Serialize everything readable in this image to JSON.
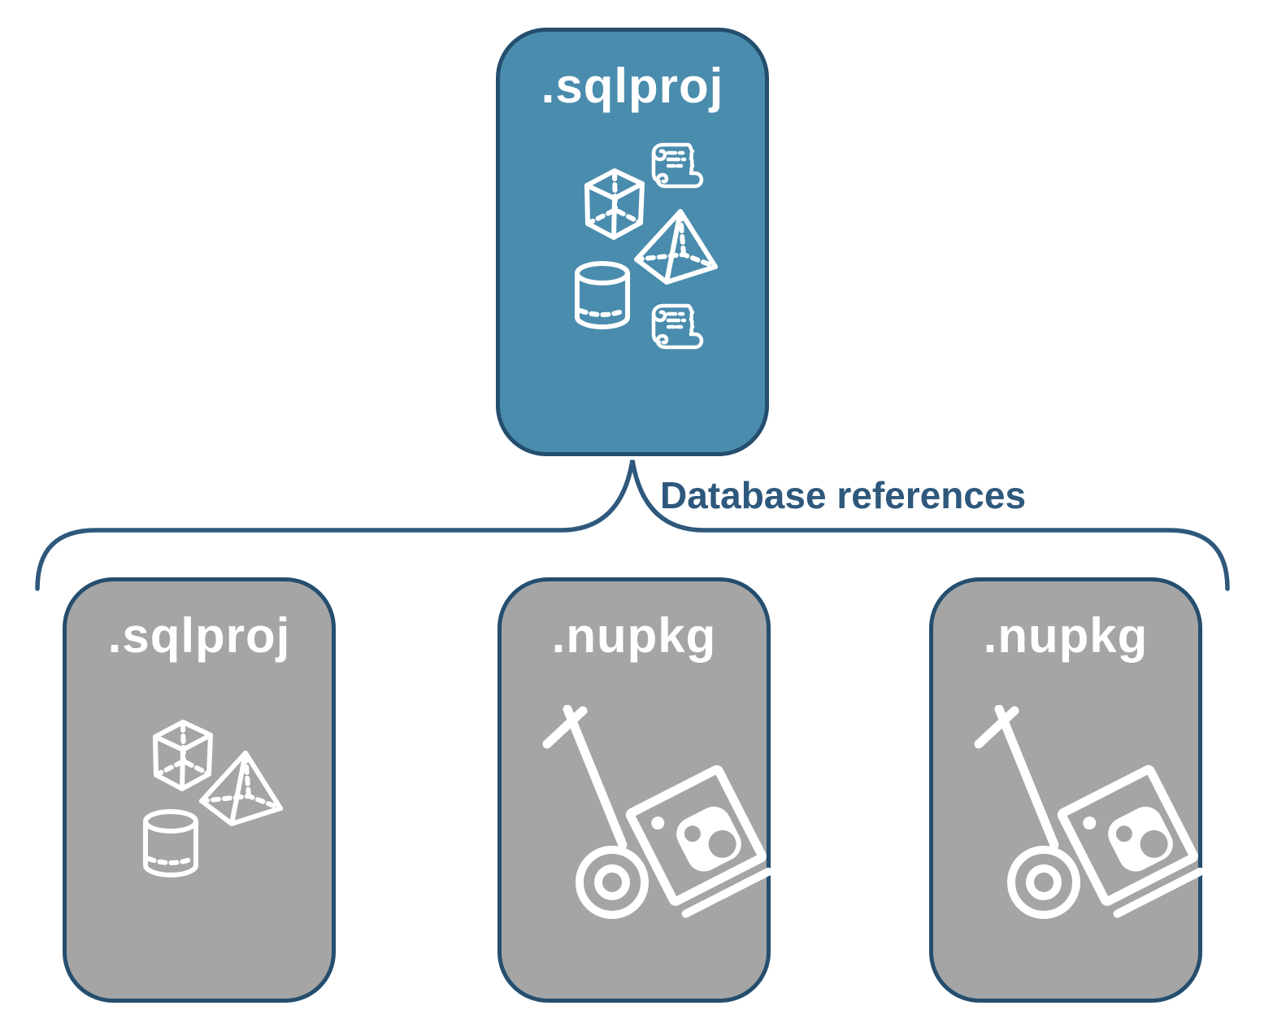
{
  "diagram": {
    "label": "Database references",
    "colors": {
      "accent_fill": "#4A8CAD",
      "card_border": "#254E6E",
      "gray_fill": "#A5A5A5",
      "label_text": "#2E587C",
      "icon_color": "#FFFFFF"
    },
    "cards": [
      {
        "id": "sqlproj-main",
        "title": ".sqlproj",
        "variant": "blue",
        "icons": [
          "scroll-icon",
          "cube-icon",
          "pyramid-icon",
          "cylinder-icon",
          "scroll-icon"
        ]
      },
      {
        "id": "sqlproj-ref",
        "title": ".sqlproj",
        "variant": "gray",
        "icons": [
          "cube-icon",
          "pyramid-icon",
          "cylinder-icon"
        ]
      },
      {
        "id": "nupkg-ref-1",
        "title": ".nupkg",
        "variant": "gray",
        "icons": [
          "nuget-handtruck-icon"
        ]
      },
      {
        "id": "nupkg-ref-2",
        "title": ".nupkg",
        "variant": "gray",
        "icons": [
          "nuget-handtruck-icon"
        ]
      }
    ]
  }
}
